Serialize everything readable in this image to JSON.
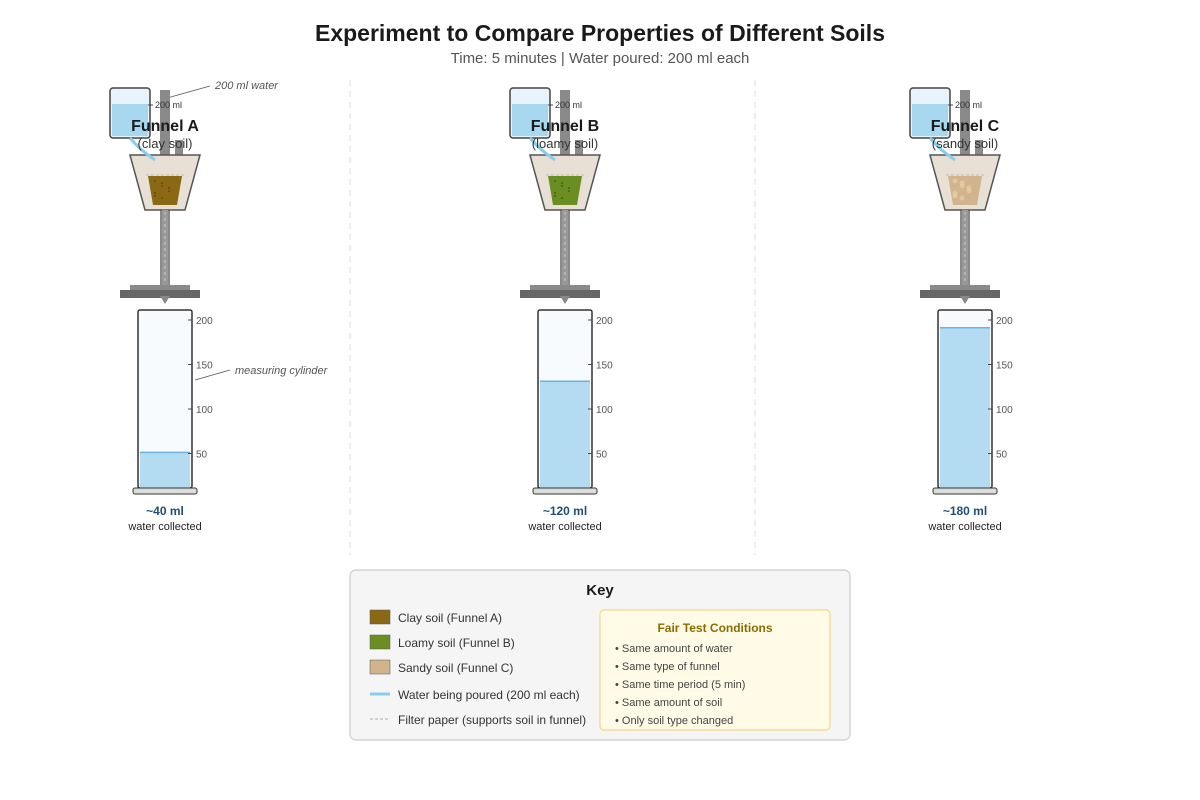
{
  "header": {
    "title": "Experiment to Compare Properties of Different Soils",
    "subtitle": "Time: 5 minutes | Water poured: 200 ml each"
  },
  "annotations": {
    "water": "200 ml water",
    "cylinder": "measuring cylinder",
    "beaker_mark": "200 ml"
  },
  "cylinder_scale": {
    "max_ml": 200,
    "ticks": [
      "200",
      "150",
      "100",
      "50"
    ]
  },
  "funnels": [
    {
      "name": "Funnel A",
      "soil": "(clay soil)",
      "collected_ml": 40,
      "result": "~40 ml",
      "result_label": "water collected",
      "soil_color": "#8B6914"
    },
    {
      "name": "Funnel B",
      "soil": "(loamy soil)",
      "collected_ml": 120,
      "result": "~120 ml",
      "result_label": "water collected",
      "soil_color": "#6B8E23"
    },
    {
      "name": "Funnel C",
      "soil": "(sandy soil)",
      "collected_ml": 180,
      "result": "~180 ml",
      "result_label": "water collected",
      "soil_color": "#D2B48C"
    }
  ],
  "key": {
    "title": "Key",
    "items": [
      {
        "label": "Clay soil (Funnel A)",
        "swatch": "#8B6914",
        "icon": "clay-swatch-icon"
      },
      {
        "label": "Loamy soil (Funnel B)",
        "swatch": "#6B8E23",
        "icon": "loamy-swatch-icon"
      },
      {
        "label": "Sandy soil (Funnel C)",
        "swatch": "#D2B48C",
        "icon": "sandy-swatch-icon"
      },
      {
        "label": "Water being poured (200 ml each)",
        "swatch": "#87CEEB",
        "icon": "water-line-icon"
      },
      {
        "label": "Filter paper (supports soil in funnel)",
        "swatch": "#cccccc",
        "icon": "filter-paper-line-icon"
      }
    ],
    "conditions": {
      "title": "Fair Test Conditions",
      "items": [
        "• Same amount of water",
        "• Same type of funnel",
        "• Same time period (5 min)",
        "• Same amount of soil",
        "• Only soil type changed"
      ]
    }
  },
  "colors": {
    "water": "#87CEEB",
    "water_fill": "#b3dcf2",
    "stand": "#8a8a8a",
    "funnel_fill": "#e8e0d4",
    "panel_bg": "#f5f5f5",
    "conditions_bg": "#fffbe6",
    "conditions_border": "#f0d68a"
  }
}
